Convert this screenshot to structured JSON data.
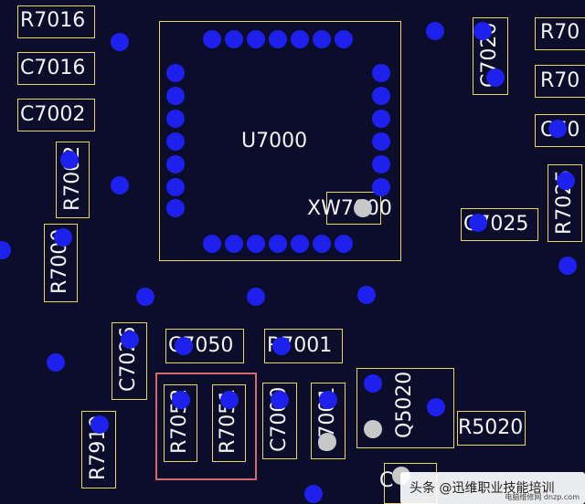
{
  "colors": {
    "background": "#0b0d2b",
    "outline": "#e6d760",
    "pad": "#1e20ee",
    "grey_pad": "#c8c8c8",
    "selection": "#d66a6a",
    "label": "#f3f3f3"
  },
  "labels": {
    "u7000": "U7000",
    "xw7000": "XW7000",
    "r7016": "R7016",
    "c7016": "C7016",
    "c7002": "C7002",
    "r7002": "R7002",
    "r7000": "R7000",
    "c7020": "C7020",
    "r70_top": "R70",
    "r70_mid": "R70",
    "c70_right": "C70",
    "c7025": "C7025",
    "r7025": "R7025",
    "c7026": "C7026",
    "c7050": "C7050",
    "r7001": "R7001",
    "r7052": "R7052",
    "r7051": "R7051",
    "c7000": "C7000",
    "c7001": "C7001",
    "q5020": "Q5020",
    "r5020": "R5020",
    "r7919": "R7919",
    "c_bottom": "C"
  },
  "watermark": {
    "icon": "toutiao-logo",
    "text": "头条 @迅维职业技能培训",
    "site": "电脑维修网 dnzp.com"
  }
}
